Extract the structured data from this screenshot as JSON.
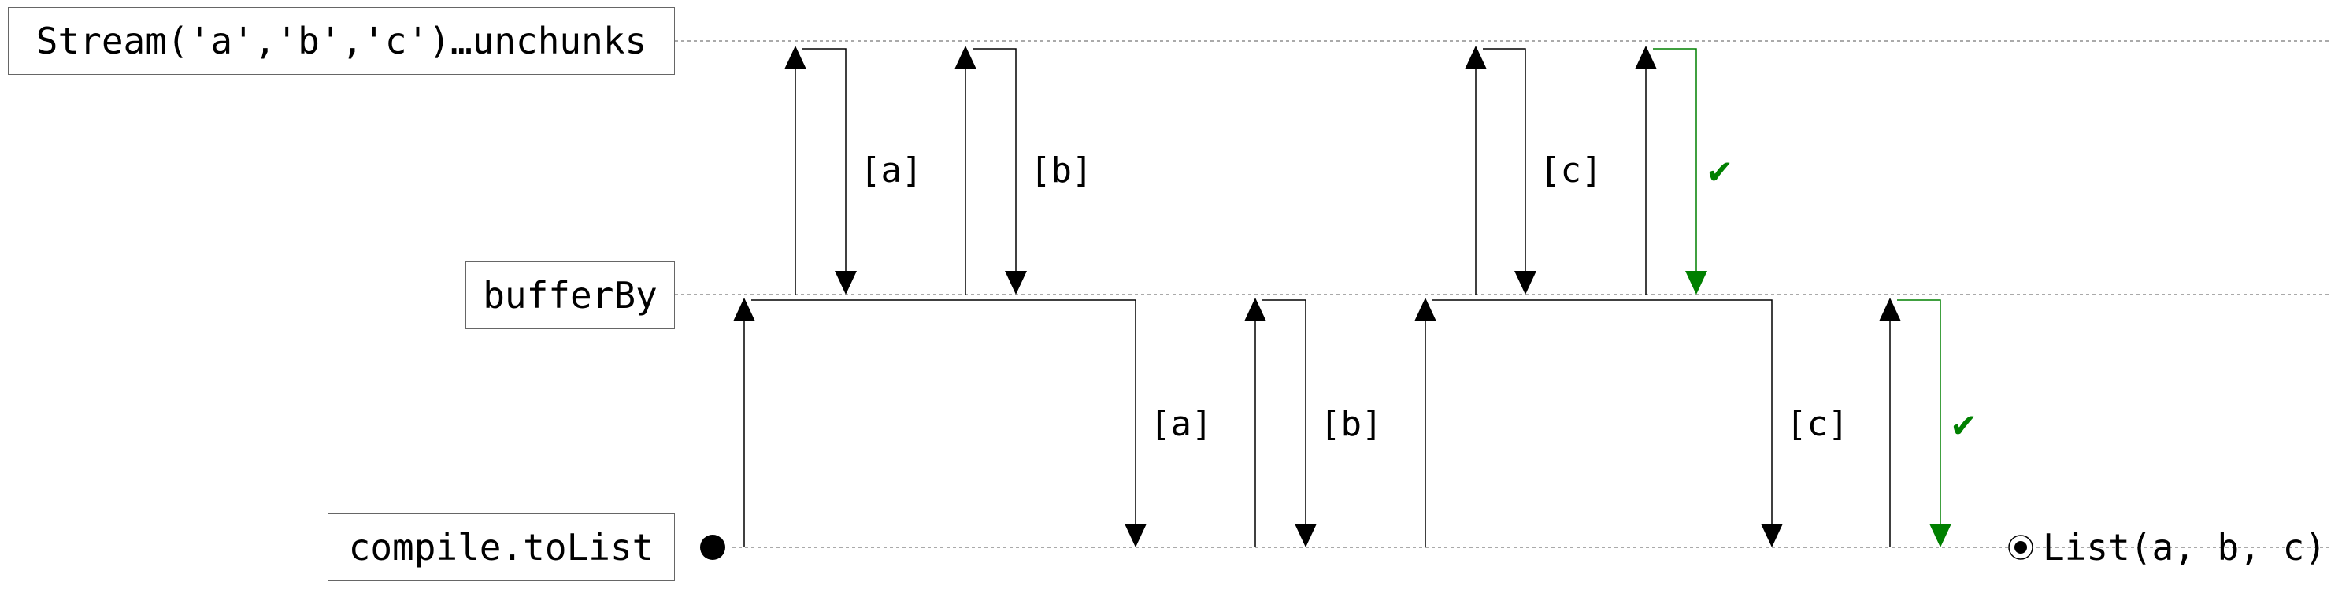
{
  "lanes": [
    "Stream('a','b','c')…unchunks",
    "bufferBy",
    "compile.toList"
  ],
  "messages": {
    "upper_a": "[a]",
    "upper_b": "[b]",
    "upper_c": "[c]",
    "lower_a": "[a]",
    "lower_b": "[b]",
    "lower_c": "[c]"
  },
  "completion_mark": "✔",
  "result": "List(a, b, c)",
  "colors": {
    "line": "#000000",
    "guide": "#aaaaaa",
    "completion": "#008000"
  }
}
